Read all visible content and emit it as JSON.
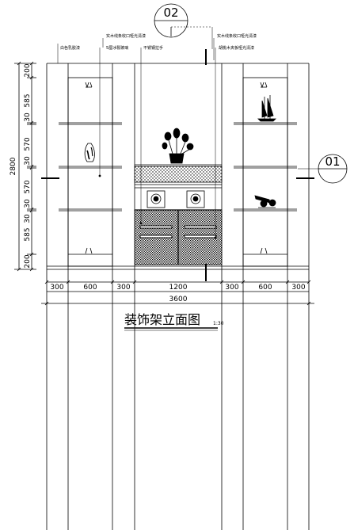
{
  "drawing": {
    "title": "装饰架立面图",
    "scale": "1:30",
    "section_tags": [
      {
        "id": "tag-02",
        "label": "02"
      },
      {
        "id": "tag-01",
        "label": "01"
      }
    ],
    "annotations": {
      "left_1": "白色乳胶漆",
      "left_2": "实木线条收口哑光清漆",
      "left_3": "5厘冰裂玻璃",
      "left_4": "不锈钢拉手",
      "right_1": "实木线条收口哑光清漆",
      "right_2": "胡桃木夹板哑光清漆"
    },
    "vertical_dims": {
      "total": "2800",
      "segments": [
        "200",
        "30",
        "585",
        "30",
        "570",
        "30",
        "570",
        "30",
        "585",
        "200"
      ]
    },
    "horizontal_dims": {
      "segments": [
        "300",
        "600",
        "300",
        "1200",
        "300",
        "600",
        "300"
      ],
      "total": "3600"
    }
  }
}
